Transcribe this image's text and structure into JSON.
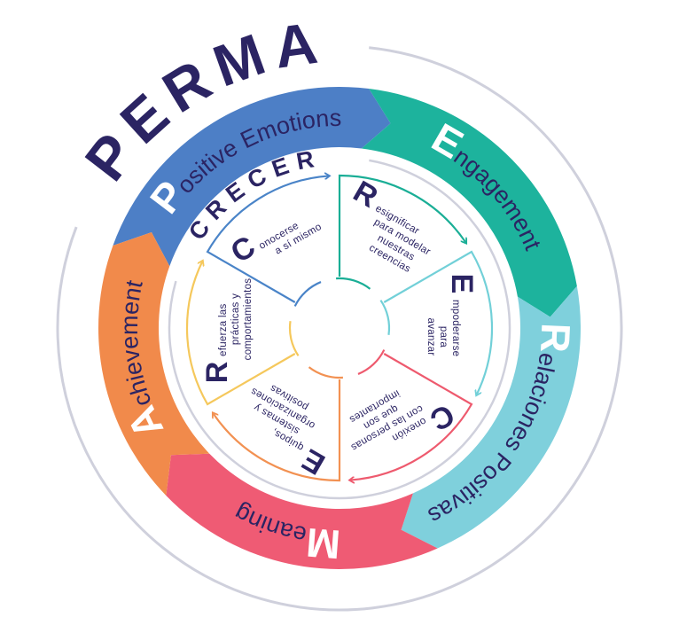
{
  "title": "PERMA",
  "subtitle": "CRECER",
  "colors": {
    "text": "#2b2463",
    "ring": "#cfd0dc"
  },
  "perma": [
    {
      "initial": "P",
      "rest": "ositive Emotions",
      "color": "#4d7fc6",
      "start": 200,
      "end": 277
    },
    {
      "initial": "E",
      "rest": "ngagement",
      "color": "#1db39d",
      "start": 277,
      "end": 350
    },
    {
      "initial": "R",
      "rest": "elaciones Positivas",
      "color": "#7fd0dc",
      "start": 350,
      "end": 66
    },
    {
      "initial": "M",
      "rest": "eaning",
      "color": "#ef5b74",
      "start": 66,
      "end": 136
    },
    {
      "initial": "A",
      "rest": "chievement",
      "color": "#f18a4b",
      "start": 136,
      "end": 200
    }
  ],
  "crecer": [
    {
      "initial": "C",
      "lines": [
        "onocerse",
        "a sí mismo"
      ],
      "color": "#4a84c8",
      "start": 210
    },
    {
      "initial": "R",
      "lines": [
        "esignificar",
        "para modelar",
        "nuestras",
        "creencias"
      ],
      "color": "#1aae96",
      "start": 270
    },
    {
      "initial": "E",
      "lines": [
        "mpoderarse",
        "para",
        "avanzar"
      ],
      "color": "#72d0d8",
      "start": 330
    },
    {
      "initial": "C",
      "lines": [
        "onexión",
        "con las personas",
        "que son",
        "importantes"
      ],
      "color": "#ee5a6e",
      "start": 30
    },
    {
      "initial": "E",
      "lines": [
        "quipos,",
        "sistemas y",
        "organizaciones",
        "positivas"
      ],
      "color": "#f29152",
      "start": 90
    },
    {
      "initial": "R",
      "lines": [
        "efuerza las",
        "prácticas y",
        "comportamientos"
      ],
      "color": "#f5c85c",
      "start": 150
    }
  ]
}
